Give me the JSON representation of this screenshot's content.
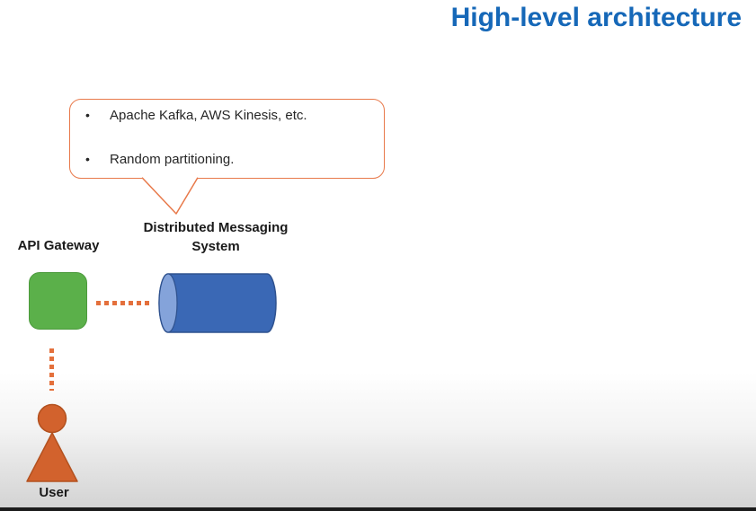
{
  "title": "High-level architecture",
  "callout": {
    "bullet_char": "•",
    "bullets": [
      "Apache Kafka, AWS Kinesis, etc.",
      "Random partitioning."
    ]
  },
  "nodes": {
    "api_gateway": {
      "label": "API Gateway"
    },
    "messaging_system": {
      "label": "Distributed Messaging System"
    },
    "user": {
      "label": "User"
    }
  },
  "colors": {
    "title_blue": "#1668b8",
    "callout_border_orange": "#e8794a",
    "connector_orange": "#e4703c",
    "gateway_green": "#5bb04a",
    "gateway_green_border": "#4c9a3d",
    "cylinder_blue": "#3a68b5",
    "cylinder_blue_border": "#2f528f",
    "cylinder_face_light_blue": "#84a3da",
    "user_orange": "#d2622d",
    "user_orange_border": "#b3511f",
    "bottom_bar_dark": "#1b1b1b"
  }
}
